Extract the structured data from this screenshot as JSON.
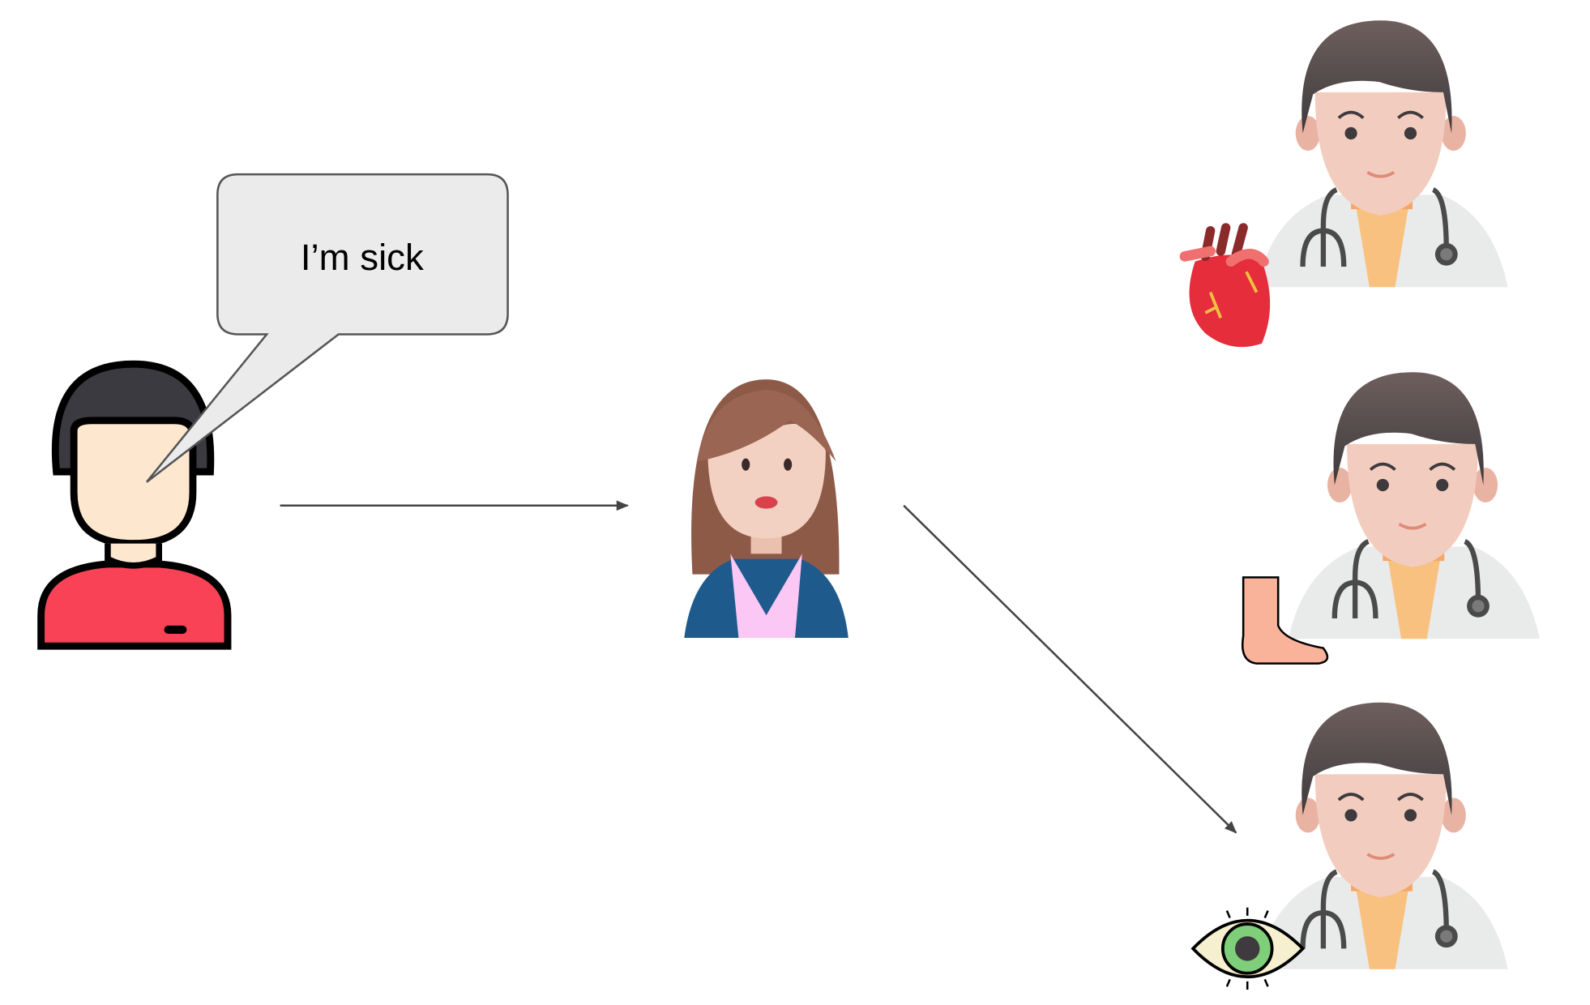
{
  "diagram": {
    "speech_bubble": {
      "text": "I’m sick"
    },
    "actors": [
      {
        "role": "patient",
        "icon": "patient-icon"
      },
      {
        "role": "receptionist",
        "icon": "receptionist-icon"
      },
      {
        "role": "cardiologist",
        "icon": "doctor-icon",
        "specialty_icon": "heart-icon"
      },
      {
        "role": "podiatrist",
        "icon": "doctor-icon",
        "specialty_icon": "foot-icon"
      },
      {
        "role": "ophthalmologist",
        "icon": "doctor-icon",
        "specialty_icon": "eye-icon"
      }
    ],
    "colors": {
      "arrow": "#444444",
      "bubble_fill": "#EBEBEB",
      "shirt": "#F94256",
      "suit": "#1E5A8C"
    }
  }
}
